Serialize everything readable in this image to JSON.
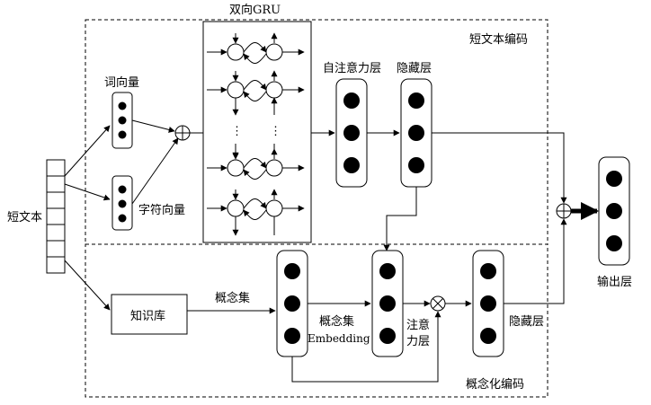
{
  "labels": {
    "input": "短文本",
    "word_vector": "词向量",
    "char_vector": "字符向量",
    "bigru": "双向GRU",
    "self_attention": "自注意力层",
    "hidden_top": "隐藏层",
    "short_text_encoding": "短文本编码",
    "knowledge_base": "知识库",
    "concept_set": "概念集",
    "concept_embedding_line1": "概念集",
    "concept_embedding_line2": "Embedding",
    "attention_line1": "注意",
    "attention_line2": "力层",
    "hidden_bottom": "隐藏层",
    "concept_encoding": "概念化编码",
    "output": "输出层",
    "ellipsis": "⋮"
  }
}
